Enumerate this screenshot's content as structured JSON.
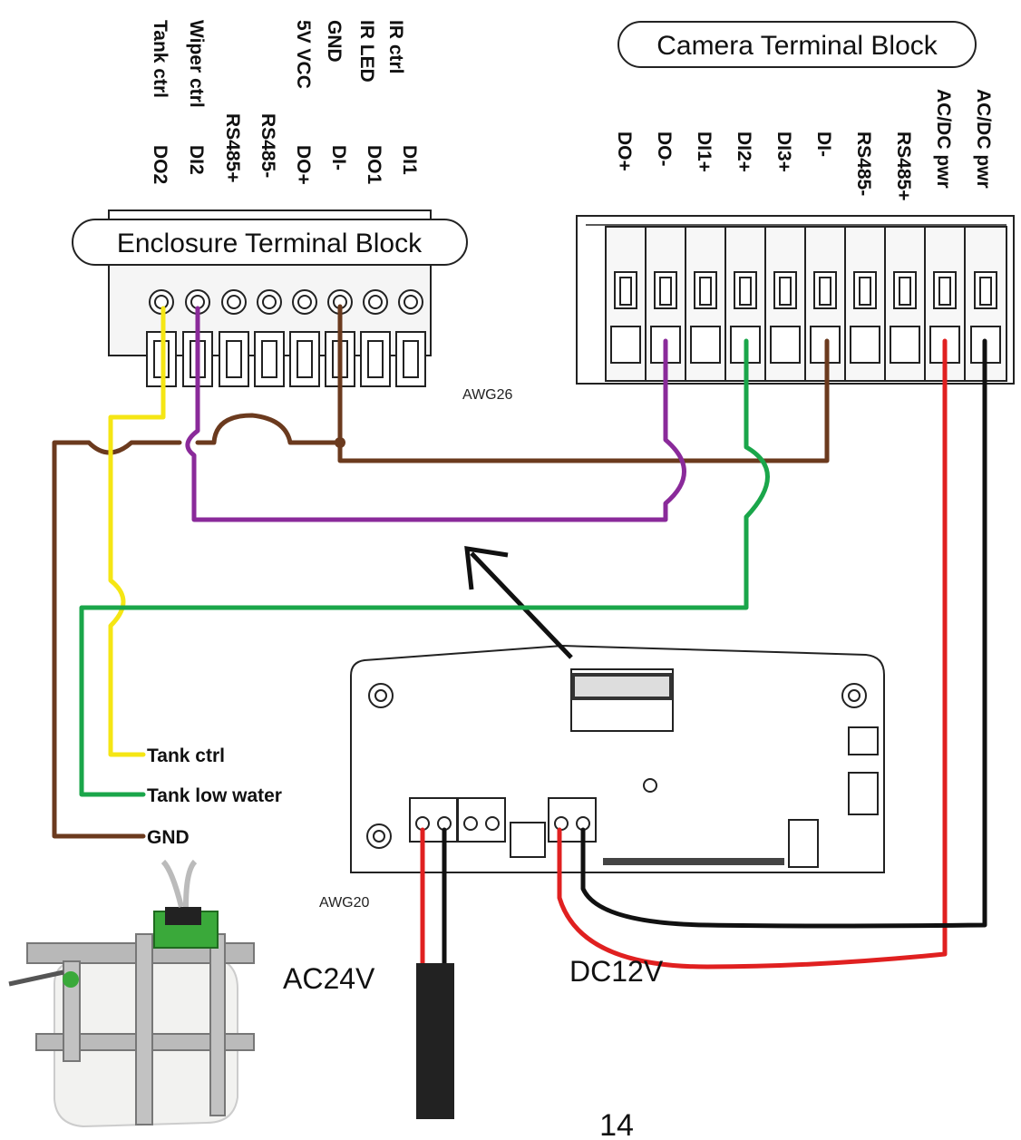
{
  "enclosure_block": {
    "title": "Enclosure Terminal Block",
    "terminals": [
      {
        "name": "DO2",
        "function": "Tank ctrl"
      },
      {
        "name": "DI2",
        "function": "Wiper ctrl"
      },
      {
        "name": "RS485+",
        "function": ""
      },
      {
        "name": "RS485-",
        "function": ""
      },
      {
        "name": "DO+",
        "function": "5V VCC"
      },
      {
        "name": "DI-",
        "function": "GND"
      },
      {
        "name": "DO1",
        "function": "IR LED"
      },
      {
        "name": "DI1",
        "function": "IR ctrl"
      }
    ]
  },
  "camera_block": {
    "title": "Camera Terminal Block",
    "terminals": [
      "DO+",
      "DO-",
      "DI1+",
      "DI2+",
      "DI3+",
      "DI-",
      "RS485-",
      "RS485+",
      "AC/DC pwr",
      "AC/DC pwr"
    ]
  },
  "wire_gauges": {
    "signal": "AWG26",
    "power": "AWG20"
  },
  "tank_wires": [
    {
      "label": "Tank ctrl",
      "color": "#f5e614"
    },
    {
      "label": "Tank low water",
      "color": "#1aa64a"
    },
    {
      "label": "GND",
      "color": "#6b3a1e"
    }
  ],
  "power": {
    "ac_label": "AC24V",
    "dc_label": "DC12V"
  },
  "colors": {
    "yellow": "#f5e614",
    "purple": "#8a2a9a",
    "green": "#1aa64a",
    "brown": "#6b3a1e",
    "red": "#e02020",
    "black": "#111111"
  },
  "page_number": "14"
}
